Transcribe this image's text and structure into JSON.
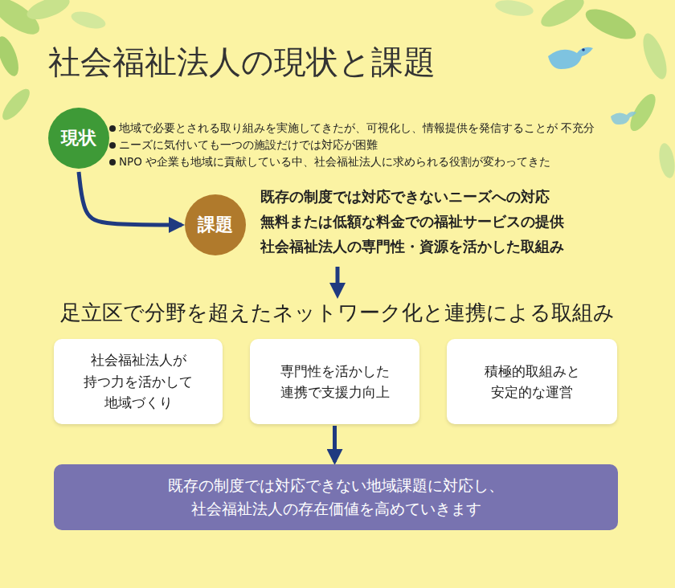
{
  "diagram": {
    "title": "社会福祉法人の現状と課題",
    "nodes": [
      {
        "text": [
          "現状"
        ]
      },
      {
        "text": [
          "課題"
        ]
      },
      {
        "text": [
          "社会福祉法人が 持つ力を活かして 地域づくり"
        ]
      },
      {
        "text": [
          "専門性を活かした 連携で支援力向上"
        ]
      },
      {
        "text": [
          "積極的取組みと 安定的な運営"
        ]
      },
      {
        "text": [
          "既存の制度では対応できない地域課題に対応し、 社会福祉法人の存在価値を高めていきます"
        ]
      }
    ],
    "edges": [
      {
        "from": 0,
        "to": 1,
        "arrow": "to"
      },
      {
        "from": 3,
        "to": 5,
        "arrow": "to"
      }
    ],
    "labels": [
      "地域で必要とされる取り組みを実施してきたが、可視化し、情報提供を発信することが 不充分",
      "ニーズに気付いても一つの施設だけでは対応が困難",
      "NPO や企業も地域に貢献している中、社会福祉法人に求められる役割が変わってきた",
      "既存の制度では対応できないニーズへの対応",
      "無料または低額な料金での福祉サービスの提供",
      "社会福祉法人の専門性・資源を活かした取組み",
      "足立区で分野を超えたネットワーク化と連携による取組み"
    ]
  }
}
